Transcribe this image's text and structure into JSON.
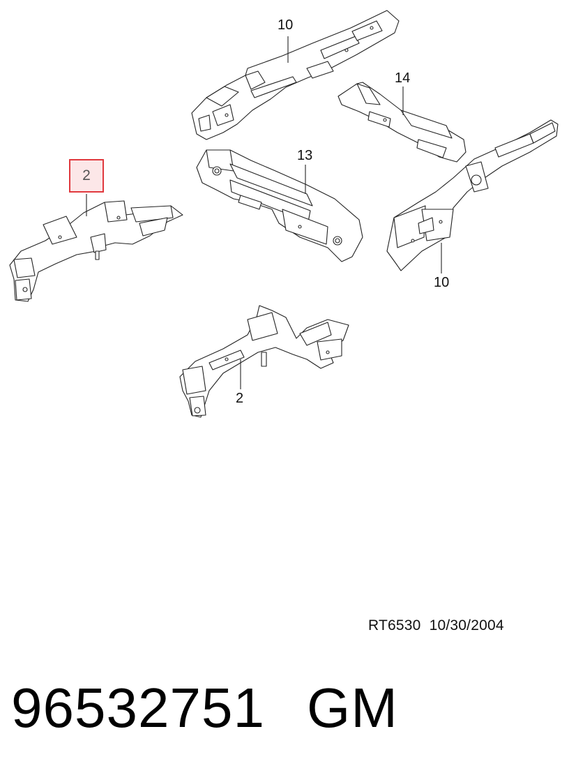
{
  "callouts": {
    "top_rail": "10",
    "right_rail": "10",
    "crossmember": "13",
    "tunnel_rail": "14",
    "lower_rail": "2",
    "highlighted": "2"
  },
  "reference": {
    "code": "RT6530",
    "date": "10/30/2004"
  },
  "part": {
    "number": "96532751",
    "brand": "GM"
  },
  "colors": {
    "highlight_border": "#e0393e",
    "highlight_fill": "#f0a0a8",
    "line": "#222222"
  }
}
